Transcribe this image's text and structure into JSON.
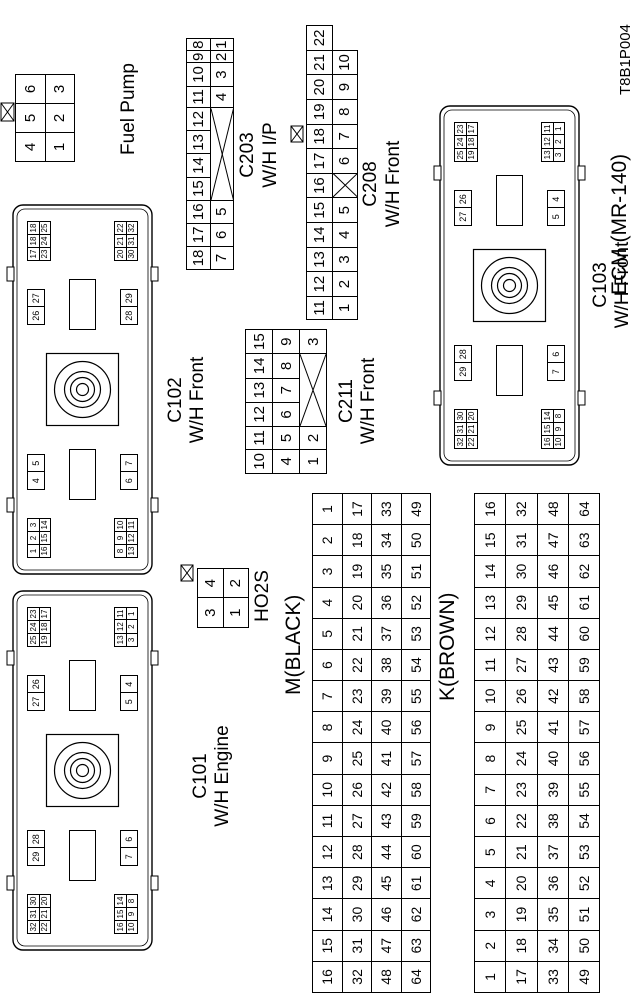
{
  "figure_code": "T8B1P004",
  "ecm": {
    "title": "ECM (MR-140)",
    "m_label": "M(BLACK)",
    "k_label": "K(BROWN)",
    "m_rows": [
      [
        "16",
        "15",
        "14",
        "13",
        "12",
        "11",
        "10",
        "9",
        "8",
        "7",
        "6",
        "5",
        "4",
        "3",
        "2",
        "1"
      ],
      [
        "32",
        "31",
        "30",
        "29",
        "28",
        "27",
        "26",
        "25",
        "24",
        "23",
        "22",
        "21",
        "20",
        "19",
        "18",
        "17"
      ],
      [
        "48",
        "47",
        "46",
        "45",
        "44",
        "43",
        "42",
        "41",
        "40",
        "39",
        "38",
        "37",
        "36",
        "35",
        "34",
        "33"
      ],
      [
        "64",
        "63",
        "62",
        "61",
        "60",
        "59",
        "58",
        "57",
        "56",
        "55",
        "54",
        "53",
        "52",
        "51",
        "50",
        "49"
      ]
    ],
    "k_rows": [
      [
        "1",
        "2",
        "3",
        "4",
        "5",
        "6",
        "7",
        "8",
        "9",
        "10",
        "11",
        "12",
        "13",
        "14",
        "15",
        "16"
      ],
      [
        "17",
        "18",
        "19",
        "20",
        "21",
        "22",
        "23",
        "24",
        "25",
        "26",
        "27",
        "28",
        "29",
        "30",
        "31",
        "32"
      ],
      [
        "33",
        "34",
        "35",
        "36",
        "37",
        "38",
        "39",
        "40",
        "41",
        "42",
        "43",
        "44",
        "45",
        "46",
        "47",
        "48"
      ],
      [
        "49",
        "50",
        "51",
        "52",
        "53",
        "54",
        "55",
        "56",
        "57",
        "58",
        "59",
        "60",
        "61",
        "62",
        "63",
        "64"
      ]
    ]
  },
  "c101": {
    "id": "C101",
    "desc": "W/H Engine",
    "blocks": {
      "tl": [
        [
          "32",
          "31",
          "30"
        ],
        [
          "22",
          "21",
          "20"
        ]
      ],
      "tr": [
        [
          "25",
          "24",
          "23"
        ],
        [
          "19",
          "18",
          "17"
        ]
      ],
      "bl": [
        [
          "16",
          "15",
          "14"
        ],
        [
          "10",
          "9",
          "8"
        ]
      ],
      "br": [
        [
          "13",
          "12",
          "11"
        ],
        [
          "3",
          "2",
          "1"
        ]
      ],
      "pair_a": [
        "29",
        "28"
      ],
      "pair_b": [
        "27",
        "26"
      ],
      "pair_c": [
        "7",
        "6"
      ],
      "pair_d": [
        "5",
        "4"
      ]
    }
  },
  "c102": {
    "id": "C102",
    "desc": "W/H Front",
    "blocks": {
      "tl": [
        [
          "1",
          "2",
          "3"
        ],
        [
          "16",
          "15",
          "14"
        ]
      ],
      "tr": [
        [
          "17",
          "18",
          "18"
        ],
        [
          "23",
          "24",
          "25"
        ]
      ],
      "bl": [
        [
          "8",
          "9",
          "10"
        ],
        [
          "13",
          "12",
          "11"
        ]
      ],
      "br": [
        [
          "20",
          "21",
          "22"
        ],
        [
          "30",
          "31",
          "32"
        ]
      ],
      "pair_a": [
        "4",
        "5"
      ],
      "pair_b": [
        "26",
        "27"
      ],
      "pair_c": [
        "6",
        "7"
      ],
      "pair_d": [
        "28",
        "29"
      ]
    }
  },
  "c103": {
    "id": "C103",
    "desc": "W/H Front",
    "blocks": {
      "tl": [
        [
          "32",
          "31",
          "30"
        ],
        [
          "22",
          "21",
          "20"
        ]
      ],
      "tr": [
        [
          "25",
          "24",
          "23"
        ],
        [
          "19",
          "18",
          "17"
        ]
      ],
      "bl": [
        [
          "16",
          "15",
          "14"
        ],
        [
          "10",
          "9",
          "8"
        ]
      ],
      "br": [
        [
          "13",
          "12",
          "11"
        ],
        [
          "3",
          "2",
          "1"
        ]
      ],
      "pair_a": [
        "29",
        "28"
      ],
      "pair_b": [
        "27",
        "26"
      ],
      "pair_c": [
        "7",
        "6"
      ],
      "pair_d": [
        "5",
        "4"
      ]
    }
  },
  "ho2s": {
    "title": "HO2S",
    "rows": [
      [
        "3",
        "4"
      ],
      [
        "1",
        "2"
      ]
    ]
  },
  "c211": {
    "id": "C211",
    "desc": "W/H Front",
    "rows": [
      [
        "10",
        "11",
        "12",
        "13",
        "14",
        "15"
      ],
      [
        "4",
        "5",
        "6",
        "7",
        "8",
        "9"
      ],
      [
        "1",
        "2",
        "",
        "",
        "",
        "3"
      ]
    ]
  },
  "c203": {
    "id": "C203",
    "desc": "W/H I/P",
    "rows": [
      [
        "18",
        "17",
        "16",
        "15",
        "14",
        "13",
        "12",
        "11",
        "10",
        "9",
        "8"
      ],
      [
        "7",
        "6",
        "5",
        "",
        "",
        "",
        "",
        "4",
        "3",
        "2",
        "1"
      ]
    ]
  },
  "c208": {
    "id": "C208",
    "desc": "W/H Front",
    "rows": [
      [
        "11",
        "12",
        "13",
        "14",
        "15",
        "16",
        "17",
        "18",
        "19",
        "20",
        "21",
        "22"
      ],
      [
        "1",
        "2",
        "3",
        "4",
        "5",
        "",
        "6",
        "7",
        "8",
        "9",
        "10"
      ]
    ]
  },
  "fuel_pump": {
    "title": "Fuel Pump",
    "rows": [
      [
        "4",
        "5",
        "6"
      ],
      [
        "1",
        "2",
        "3"
      ]
    ]
  }
}
